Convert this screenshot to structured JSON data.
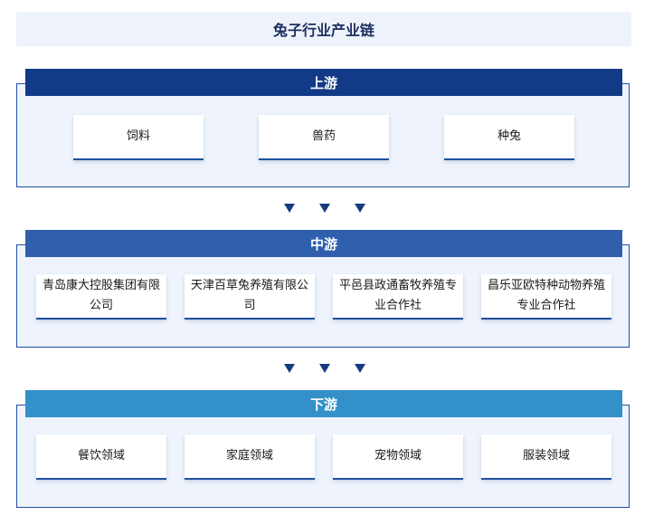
{
  "title": "兔子行业产业链",
  "colors": {
    "upstream_header": "#123a86",
    "midstream_header": "#3060ad",
    "downstream_header": "#3390c8",
    "border": "#1f4fa0"
  },
  "upstream": {
    "label": "上游",
    "items": [
      "饲料",
      "兽药",
      "种兔"
    ]
  },
  "midstream": {
    "label": "中游",
    "items": [
      "青岛康大控股集团有限公司",
      "天津百草兔养殖有限公司",
      "平邑县政通畜牧养殖专业合作社",
      "昌乐亚欧特种动物养殖专业合作社"
    ]
  },
  "downstream": {
    "label": "下游",
    "items": [
      "餐饮领域",
      "家庭领域",
      "宠物领域",
      "服装领域"
    ]
  }
}
